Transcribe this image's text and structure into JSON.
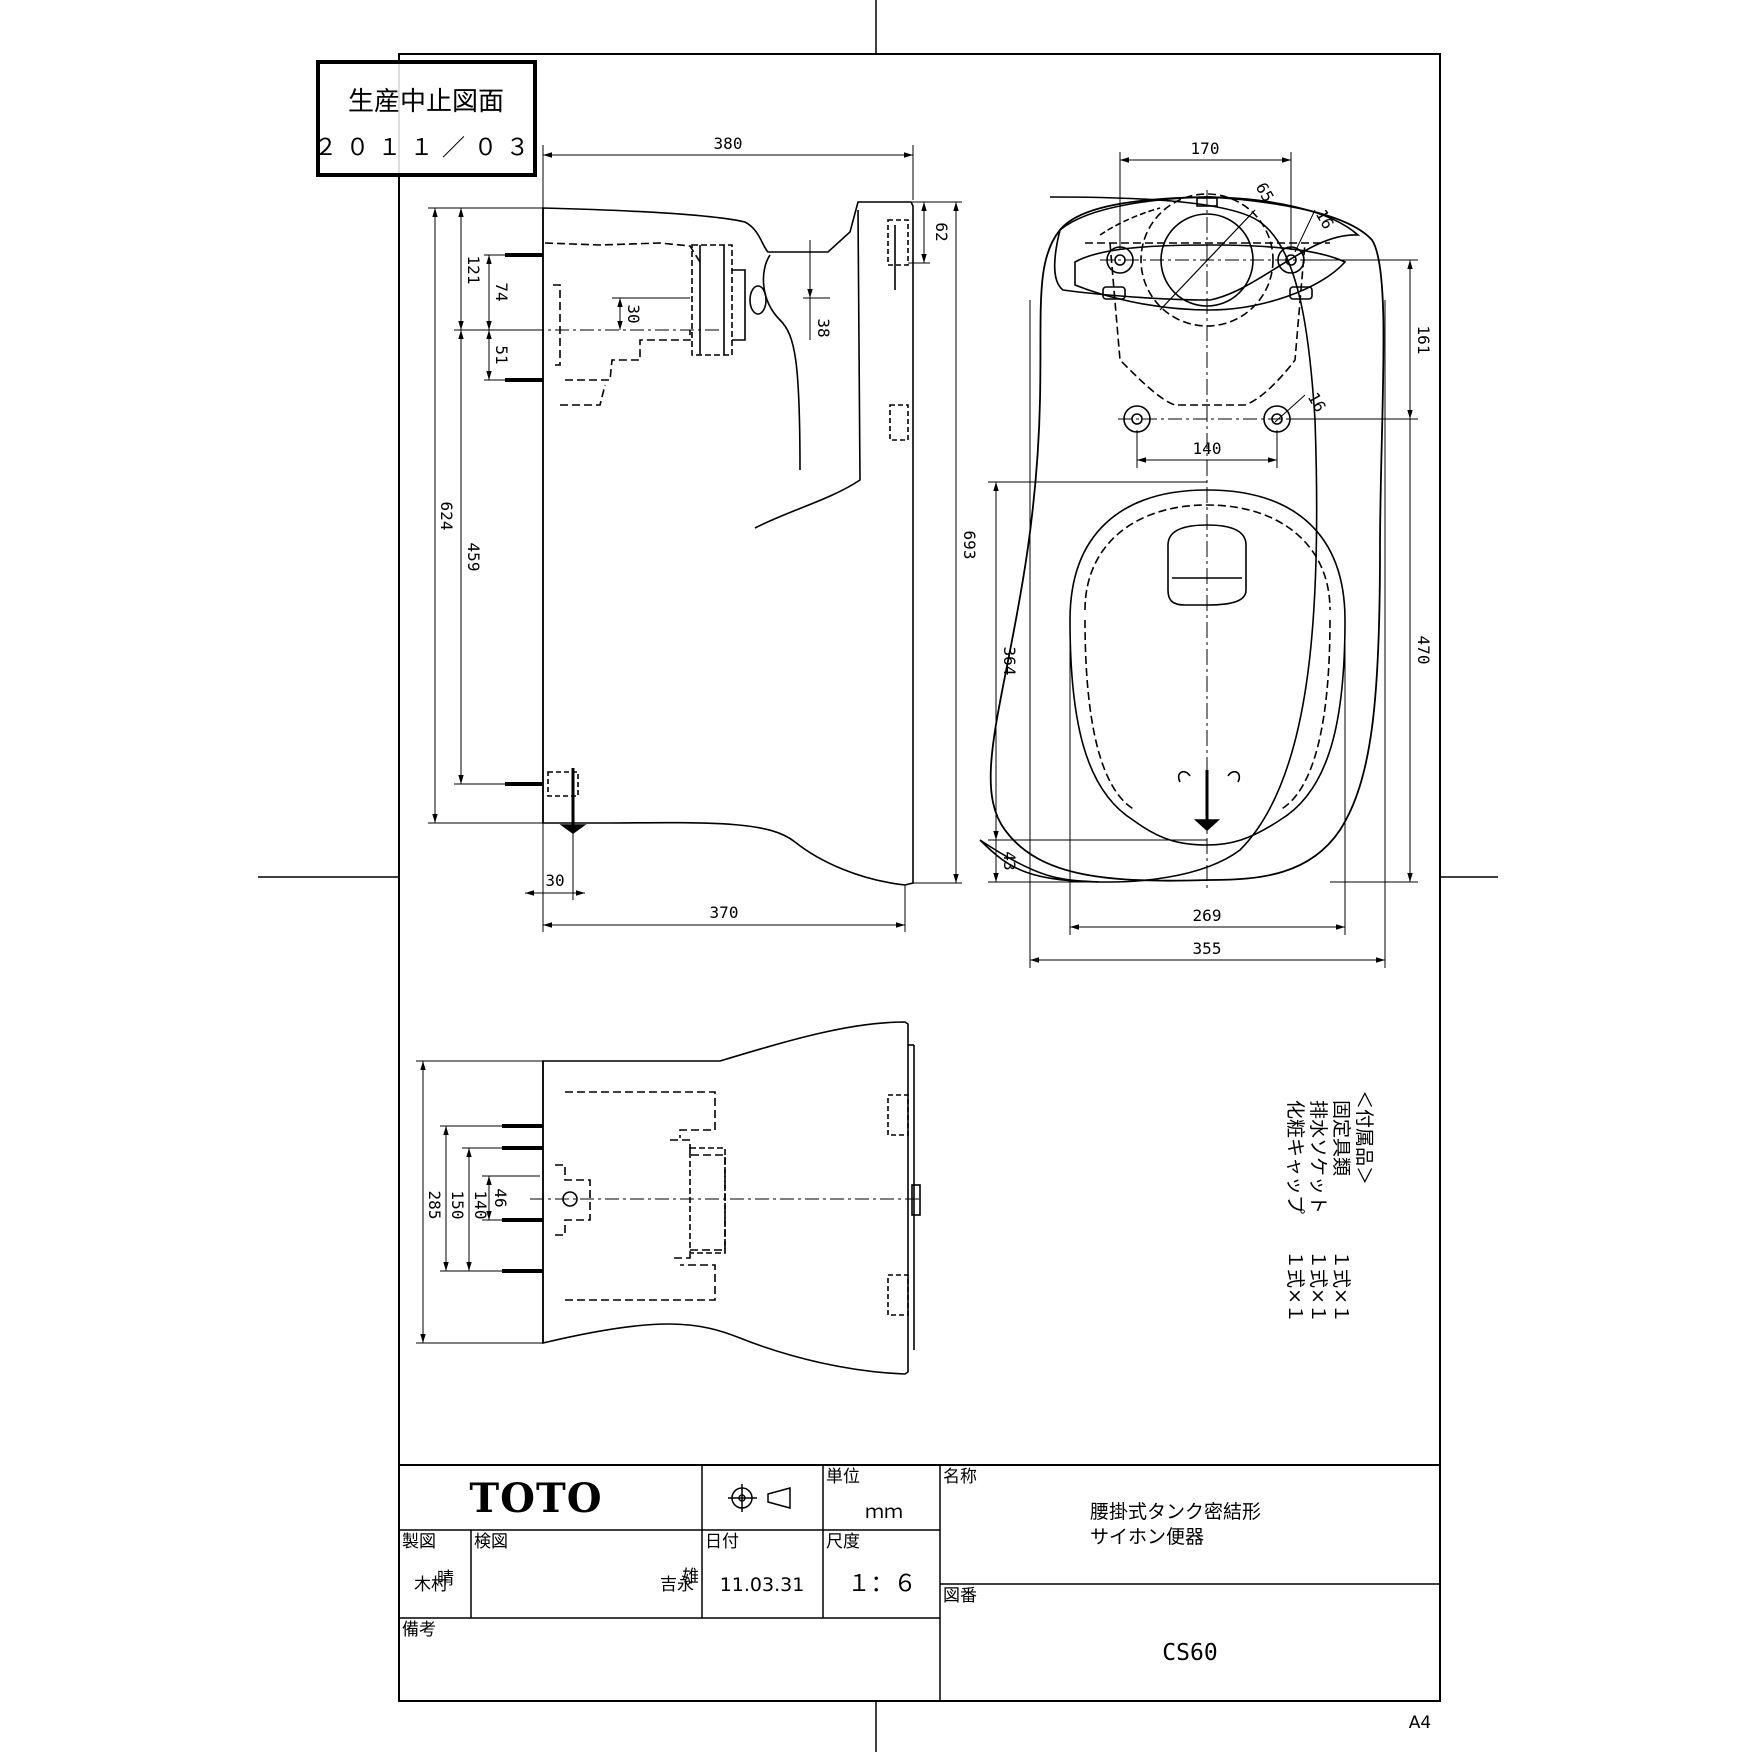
{
  "stamp": {
    "title": "生産中止図面",
    "date": "２０１１／０３"
  },
  "dimensions": {
    "side": {
      "d380": "380",
      "d62": "62",
      "d121": "121",
      "d74": "74",
      "d30a": "30",
      "d38": "38",
      "d51": "51",
      "d624": "624",
      "d459": "459",
      "d693": "693",
      "d30b": "30",
      "d370": "370"
    },
    "top": {
      "d170": "170",
      "d65": "65",
      "d16a": "16",
      "d161": "161",
      "d16b": "16",
      "d140": "140",
      "d364": "364",
      "d470": "470",
      "d43": "43",
      "d269": "269",
      "d355": "355"
    },
    "bottom": {
      "d285": "285",
      "d150": "150",
      "d140": "140",
      "d46": "46"
    }
  },
  "accessories": {
    "header": "＜付属品＞",
    "items": [
      {
        "name": "固定具類",
        "qty": "１式×１"
      },
      {
        "name": "排水ソケット",
        "qty": "１式×１"
      },
      {
        "name": "化粧キャップ",
        "qty": "１式×１"
      }
    ]
  },
  "title_block": {
    "logo": "TOTO",
    "unit_label": "単位",
    "unit_value": "ｍｍ",
    "name_label": "名称",
    "name_line1": "腰掛式タンク密結形",
    "name_line2": "サイホン便器",
    "drawn_label": "製図",
    "drawn_by": "木村",
    "drawn_by_sub": "晴",
    "checked_label": "検図",
    "checked_by": "吉永",
    "checked_by_sub": "雄",
    "date_label": "日付",
    "date_value": "11.03.31",
    "scale_label": "尺度",
    "scale_value": "１：６",
    "drawing_no_label": "図番",
    "drawing_no": "CS60",
    "remarks_label": "備考"
  },
  "paper_size": "A4"
}
